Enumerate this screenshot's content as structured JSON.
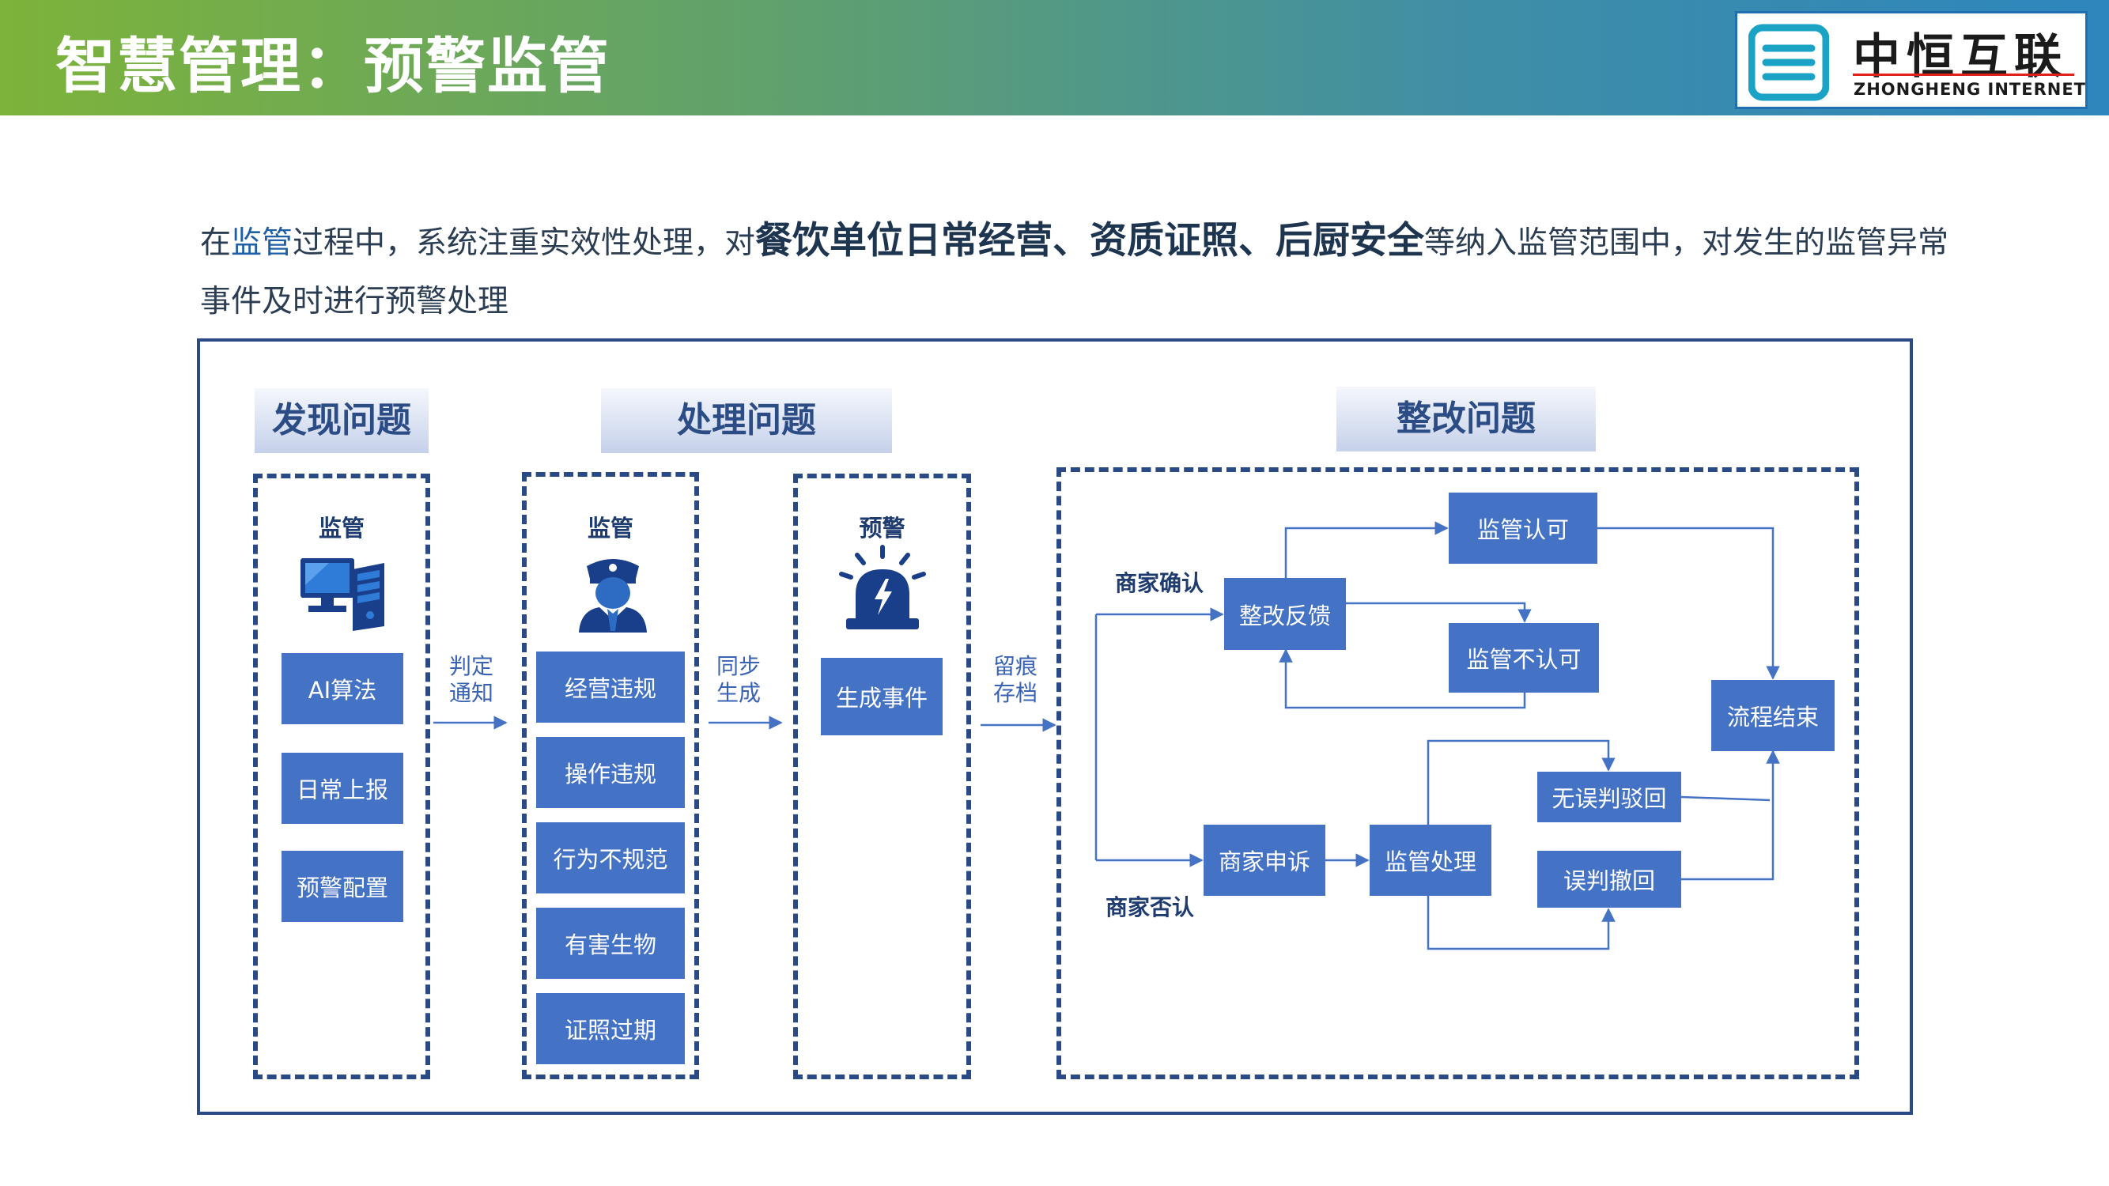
{
  "header": {
    "title": "智慧管理：预警监管",
    "logo": {
      "name_cn": "中恒互联",
      "name_en": "ZHONGHENG INTERNET"
    }
  },
  "intro": {
    "part1": "在",
    "part2": "监管",
    "part3": "过程中，系统注重实效性处理，对",
    "emphasis": "餐饮单位日常经营、资质证照、后厨安全",
    "part4": "等纳入监管范围中，对发生的监管异常事件及时进行预警处理"
  },
  "sections": {
    "discover": "发现问题",
    "handle": "处理问题",
    "rectify": "整改问题"
  },
  "discover": {
    "heading": "监管",
    "icon": "computer-icon",
    "items": [
      "AI算法",
      "日常上报",
      "预警配置"
    ]
  },
  "arrow_labels": {
    "judge_notify": [
      "判定",
      "通知"
    ],
    "sync_generate": [
      "同步",
      "生成"
    ],
    "archive": [
      "留痕",
      "存档"
    ]
  },
  "handle": {
    "heading": "监管",
    "icon": "police-officer-icon",
    "items": [
      "经营违规",
      "操作违规",
      "行为不规范",
      "有害生物",
      "证照过期"
    ]
  },
  "alert": {
    "heading": "预警",
    "icon": "alarm-siren-icon",
    "item": "生成事件"
  },
  "rectify": {
    "merchant_confirm": "商家确认",
    "merchant_deny": "商家否认",
    "nodes": {
      "feedback": "整改反馈",
      "approve": "监管认可",
      "disapprove": "监管不认可",
      "end": "流程结束",
      "appeal": "商家申诉",
      "supervise": "监管处理",
      "no_error": "无误判驳回",
      "error_revoke": "误判撤回"
    }
  },
  "colors": {
    "box_fill": "#4472c4",
    "frame": "#2a4a86",
    "header_start": "#7db33a",
    "header_end": "#2d86bd",
    "line": "#4472c4"
  }
}
